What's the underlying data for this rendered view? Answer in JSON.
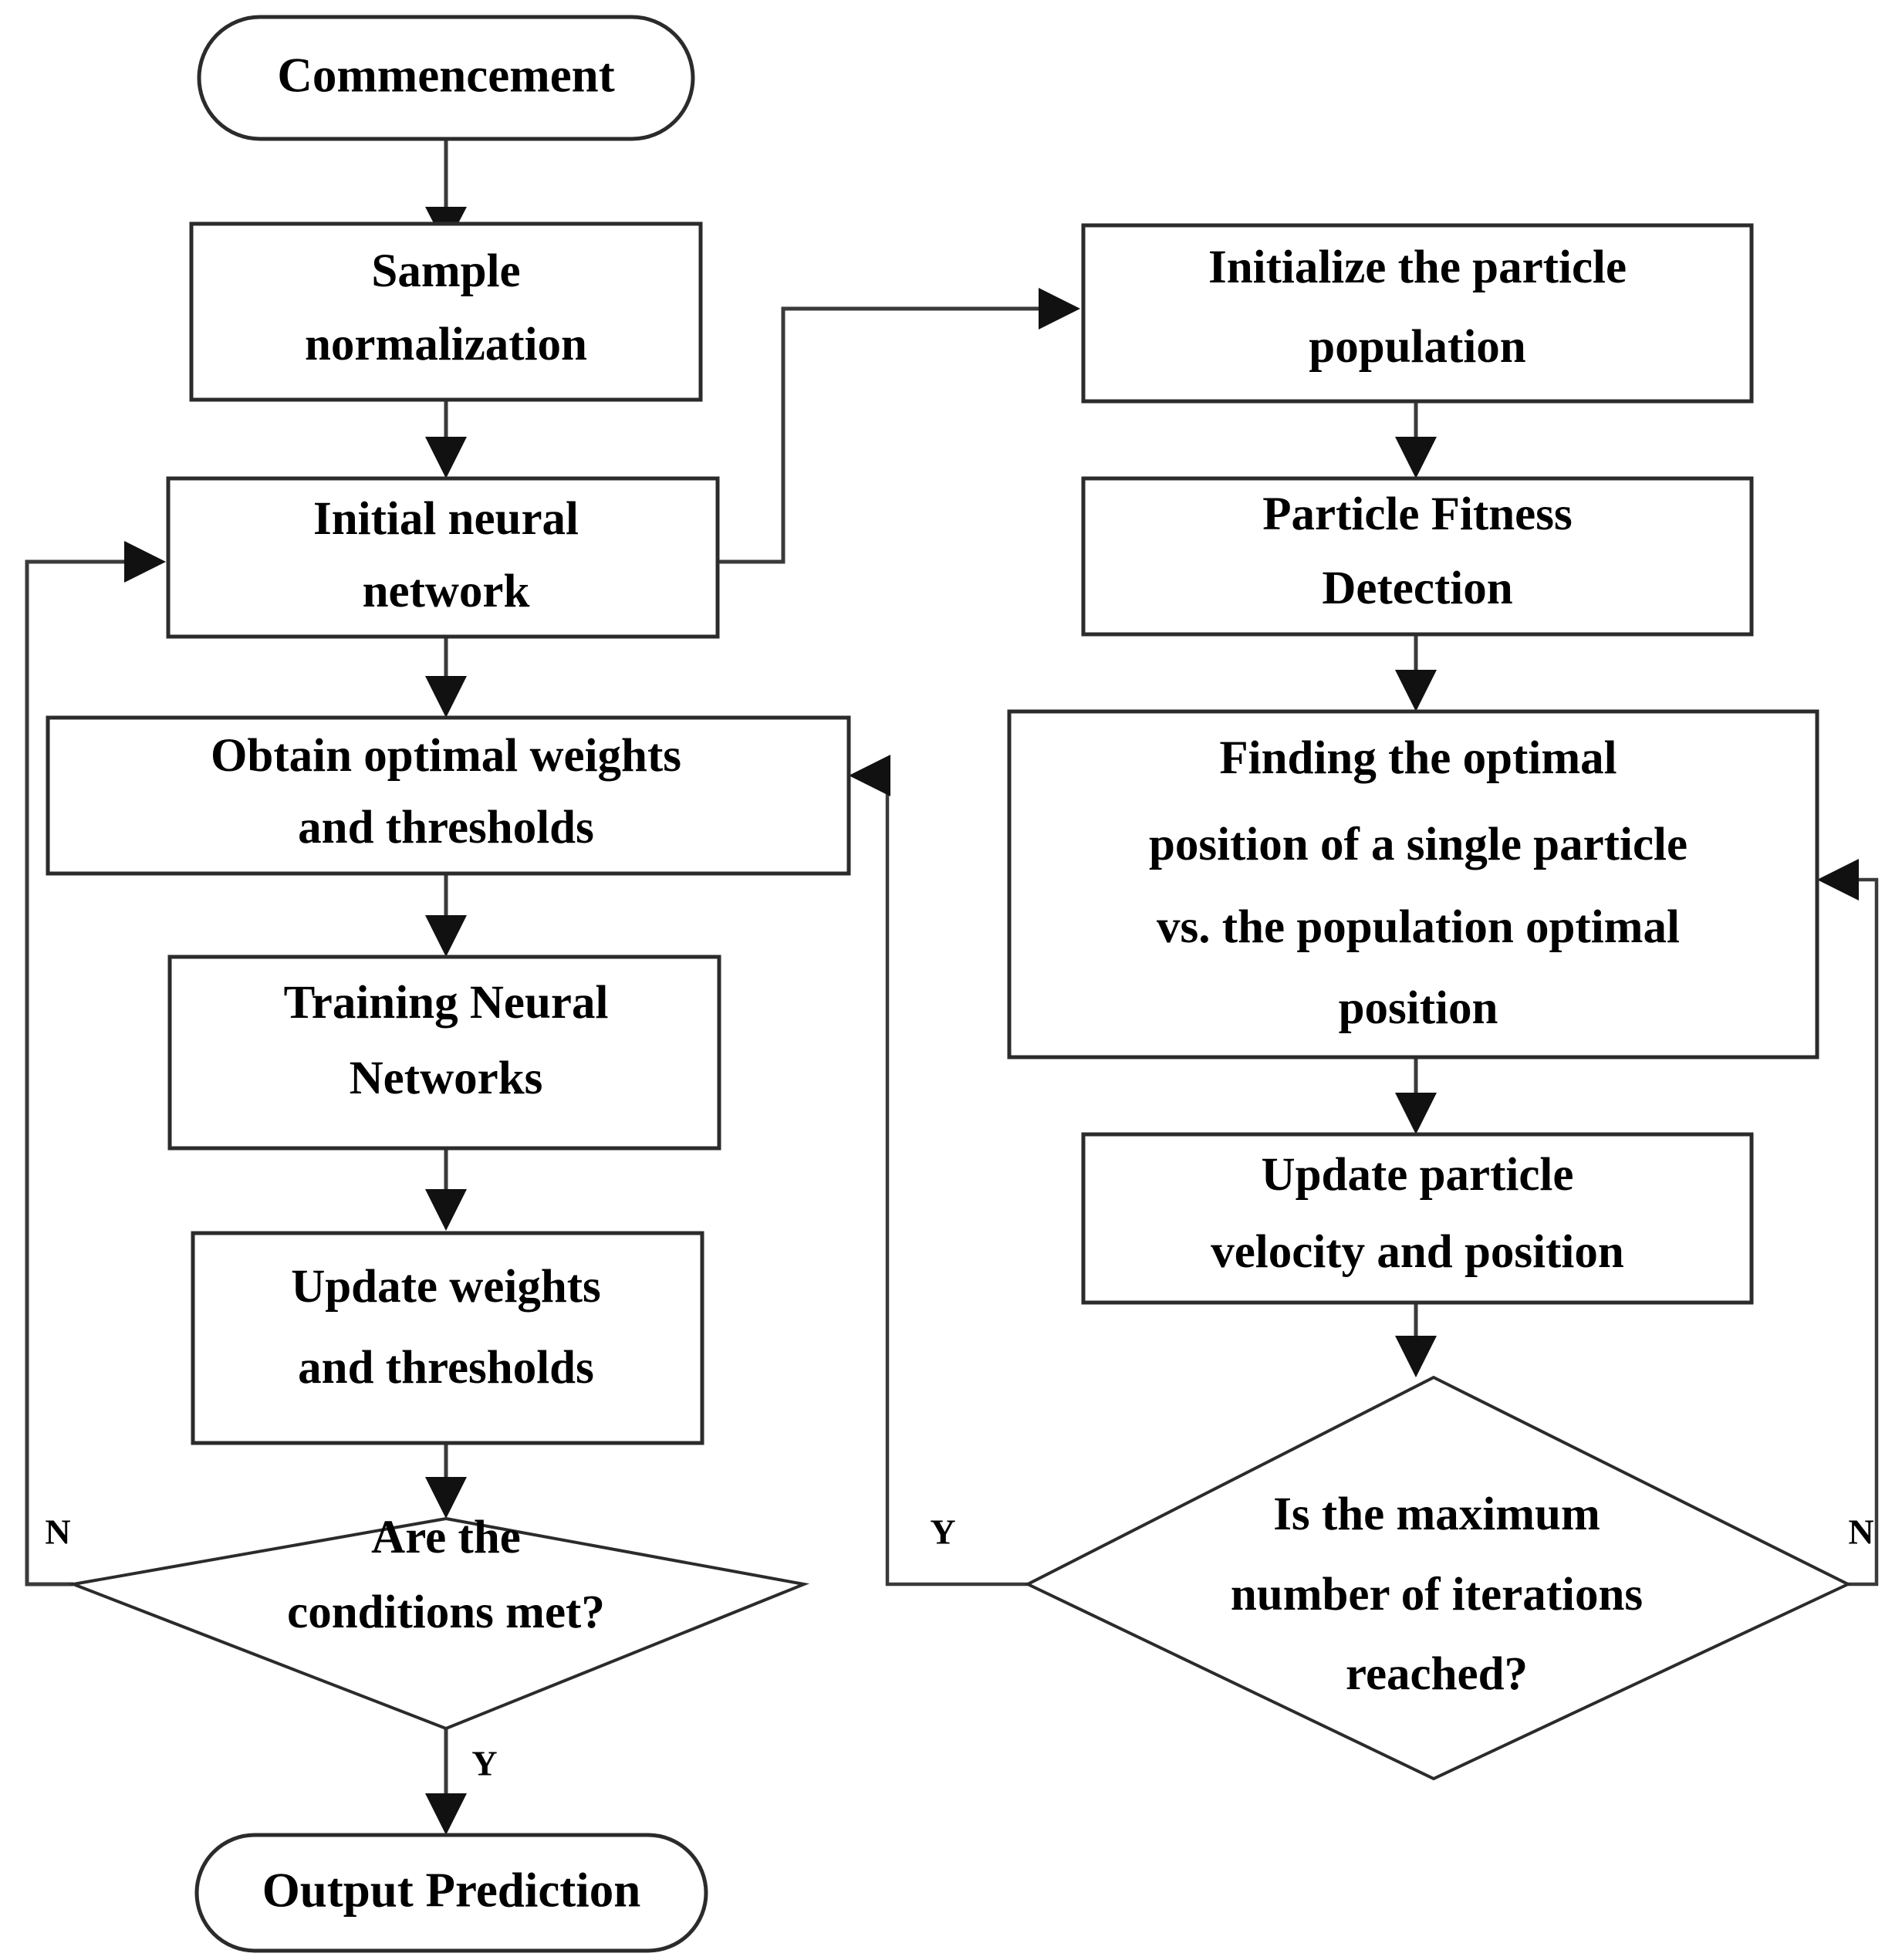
{
  "diagram": {
    "type": "flowchart",
    "title": "PSO-BP neural network prediction flowchart",
    "colors": {
      "background": "#ffffff",
      "node_stroke": "#2b2b2b",
      "connector_stroke": "#3a3a3a",
      "text": "#000000"
    },
    "nodes": [
      {
        "id": "commencement",
        "shape": "terminator",
        "label": "Commencement",
        "lines": [
          "Commencement"
        ]
      },
      {
        "id": "sample-normalization",
        "shape": "process",
        "label": "Sample normalization",
        "lines": [
          "Sample",
          "normalization"
        ]
      },
      {
        "id": "initial-neural-network",
        "shape": "process",
        "label": "Initial neural network",
        "lines": [
          "Initial neural",
          "network"
        ]
      },
      {
        "id": "obtain-optimal-weights",
        "shape": "process",
        "label": "Obtain optimal weights and thresholds",
        "lines": [
          "Obtain optimal weights",
          "and thresholds"
        ]
      },
      {
        "id": "training-neural-networks",
        "shape": "process",
        "label": "Training Neural Networks",
        "lines": [
          "Training Neural",
          "Networks"
        ]
      },
      {
        "id": "update-weights",
        "shape": "process",
        "label": "Update weights and thresholds",
        "lines": [
          "Update weights",
          "and thresholds"
        ]
      },
      {
        "id": "conditions-met",
        "shape": "decision",
        "label": "Are the conditions met?",
        "lines": [
          "Are the",
          "conditions met?"
        ]
      },
      {
        "id": "output-prediction",
        "shape": "terminator",
        "label": "Output Prediction",
        "lines": [
          "Output Prediction"
        ]
      },
      {
        "id": "initialize-particle-population",
        "shape": "process",
        "label": "Initialize the particle population",
        "lines": [
          "Initialize the particle",
          "population"
        ]
      },
      {
        "id": "particle-fitness-detection",
        "shape": "process",
        "label": "Particle Fitness Detection",
        "lines": [
          "Particle Fitness",
          "Detection"
        ]
      },
      {
        "id": "finding-optimal-position",
        "shape": "process",
        "label": "Finding the optimal position of a single particle vs. the population optimal position",
        "lines": [
          "Finding the optimal",
          "position of a single particle",
          "vs. the population optimal",
          "position"
        ]
      },
      {
        "id": "update-particle-velocity",
        "shape": "process",
        "label": "Update particle velocity and position",
        "lines": [
          "Update particle",
          "velocity and position"
        ]
      },
      {
        "id": "max-iterations-reached",
        "shape": "decision",
        "label": "Is the maximum number of iterations reached?",
        "lines": [
          "Is the maximum",
          "number of iterations",
          "reached?"
        ]
      }
    ],
    "edges": [
      {
        "from": "commencement",
        "to": "sample-normalization",
        "label": ""
      },
      {
        "from": "sample-normalization",
        "to": "initial-neural-network",
        "label": ""
      },
      {
        "from": "initial-neural-network",
        "to": "initialize-particle-population",
        "label": ""
      },
      {
        "from": "initial-neural-network",
        "to": "obtain-optimal-weights",
        "label": ""
      },
      {
        "from": "obtain-optimal-weights",
        "to": "training-neural-networks",
        "label": ""
      },
      {
        "from": "training-neural-networks",
        "to": "update-weights",
        "label": ""
      },
      {
        "from": "update-weights",
        "to": "conditions-met",
        "label": ""
      },
      {
        "from": "conditions-met",
        "to": "initial-neural-network",
        "label": "N"
      },
      {
        "from": "conditions-met",
        "to": "output-prediction",
        "label": "Y"
      },
      {
        "from": "initialize-particle-population",
        "to": "particle-fitness-detection",
        "label": ""
      },
      {
        "from": "particle-fitness-detection",
        "to": "finding-optimal-position",
        "label": ""
      },
      {
        "from": "finding-optimal-position",
        "to": "update-particle-velocity",
        "label": ""
      },
      {
        "from": "update-particle-velocity",
        "to": "max-iterations-reached",
        "label": ""
      },
      {
        "from": "max-iterations-reached",
        "to": "obtain-optimal-weights",
        "label": "Y"
      },
      {
        "from": "max-iterations-reached",
        "to": "finding-optimal-position",
        "label": "N"
      }
    ],
    "edge_labels": {
      "conditions_no": "N",
      "conditions_yes": "Y",
      "iterations_yes": "Y",
      "iterations_no": "N"
    }
  }
}
